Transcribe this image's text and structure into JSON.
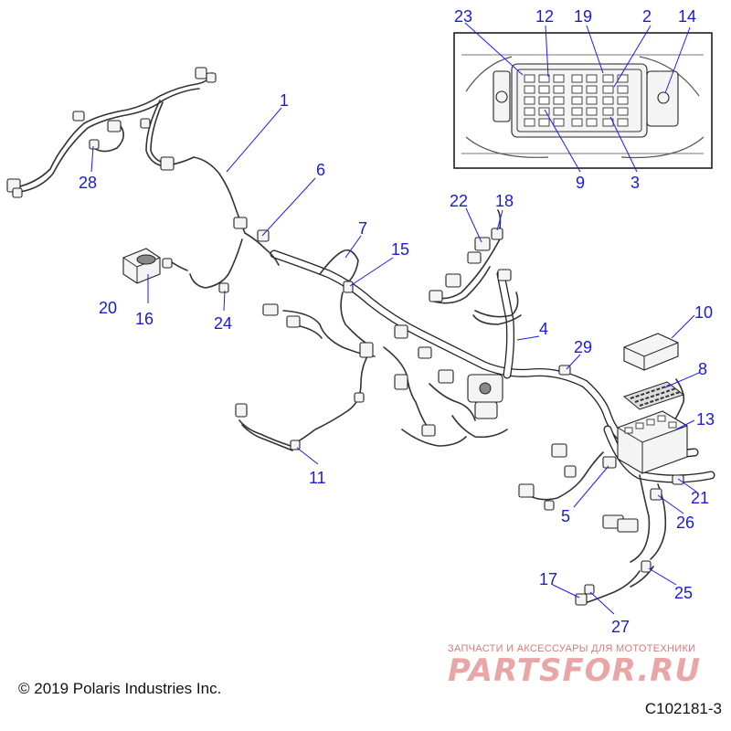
{
  "diagram": {
    "callouts": [
      {
        "number": "1"
      },
      {
        "number": "2"
      },
      {
        "number": "3"
      },
      {
        "number": "4"
      },
      {
        "number": "5"
      },
      {
        "number": "6"
      },
      {
        "number": "7"
      },
      {
        "number": "8"
      },
      {
        "number": "9"
      },
      {
        "number": "10"
      },
      {
        "number": "11"
      },
      {
        "number": "12"
      },
      {
        "number": "13"
      },
      {
        "number": "14"
      },
      {
        "number": "15"
      },
      {
        "number": "16"
      },
      {
        "number": "17"
      },
      {
        "number": "18"
      },
      {
        "number": "19"
      },
      {
        "number": "20"
      },
      {
        "number": "21"
      },
      {
        "number": "22"
      },
      {
        "number": "23"
      },
      {
        "number": "24"
      },
      {
        "number": "25"
      },
      {
        "number": "26"
      },
      {
        "number": "27"
      },
      {
        "number": "28"
      },
      {
        "number": "29"
      }
    ]
  },
  "footer": {
    "copyright": "© 2019 Polaris Industries Inc.",
    "drawing_id": "C102181-3"
  },
  "watermark": {
    "tagline": "ЗАПЧАСТИ И АКСЕССУАРЫ ДЛЯ МОТОТЕХНИКИ",
    "brand": "PARTSFOR.RU"
  },
  "colors": {
    "callout": "#1a1ad9",
    "line": "#222222",
    "watermark": "#e9a6a6"
  }
}
